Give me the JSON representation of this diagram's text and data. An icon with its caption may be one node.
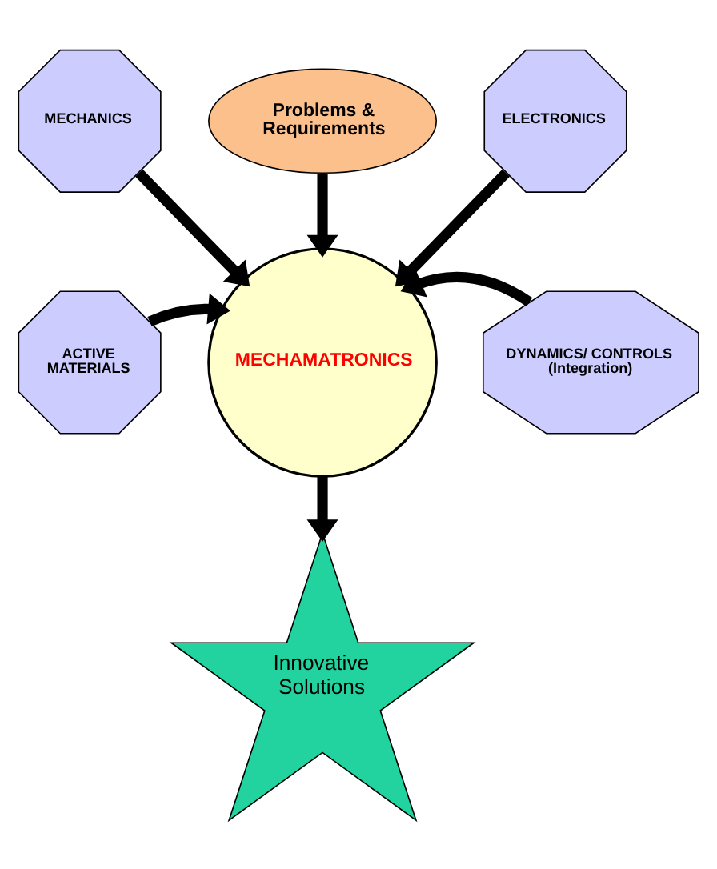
{
  "diagram": {
    "nodes": [
      {
        "text": [
          "Problems & Requirements"
        ]
      },
      {
        "text": [
          "MECHANICS"
        ]
      },
      {
        "text": [
          "ELECTRONICS"
        ]
      },
      {
        "text": [
          "MECHAMATRONICS"
        ]
      },
      {
        "text": [
          "ACTIVE MATERIALS"
        ]
      },
      {
        "text": [
          "DYNAMICS/ CONTROLS (Integration)"
        ]
      },
      {
        "text": [
          "Innovative Solutions"
        ]
      }
    ],
    "edges": [
      {
        "from": 0,
        "to": 3,
        "arrow": "to"
      },
      {
        "from": 1,
        "to": 3,
        "arrow": "to"
      },
      {
        "from": 2,
        "to": 3,
        "arrow": "to"
      },
      {
        "from": 4,
        "to": 3,
        "arrow": "to"
      },
      {
        "from": 5,
        "to": 3,
        "arrow": "to"
      },
      {
        "from": 3,
        "to": 6,
        "arrow": "to"
      }
    ]
  }
}
